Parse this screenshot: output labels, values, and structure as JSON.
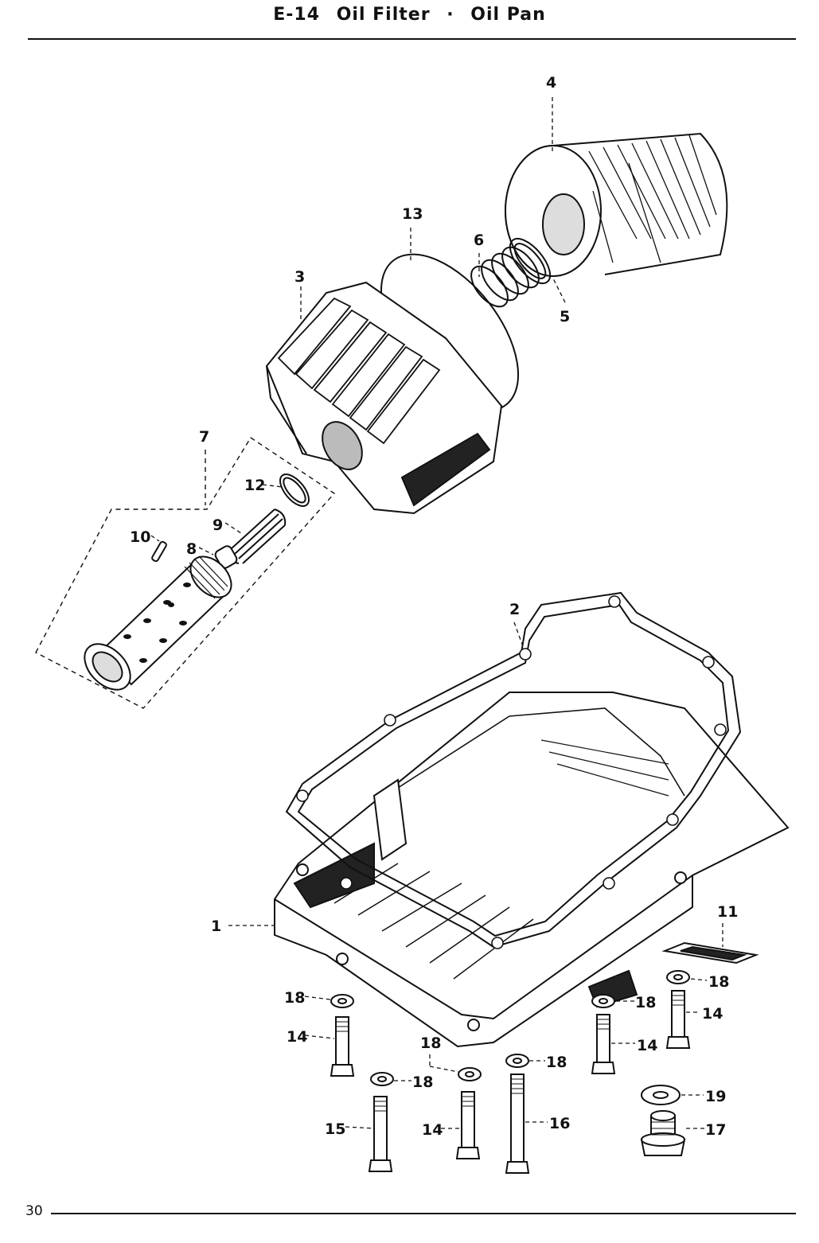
{
  "header": {
    "code": "E-14",
    "part1": "Oil Filter",
    "sep": "·",
    "part2": "Oil Pan"
  },
  "footer": {
    "page_number": "30"
  },
  "callouts": {
    "oil_pan": "1",
    "gasket": "2",
    "filter_case": "3",
    "filter_element": "4",
    "washer_5": "5",
    "spring_6": "6",
    "bolt_7": "7",
    "valve_8": "8",
    "spring_9": "9",
    "pin_10": "10",
    "plate_11": "11",
    "o_ring_12": "12",
    "o_ring_13": "13",
    "bolt_14": "14",
    "bolt_15": "15",
    "bolt_16": "16",
    "drain_plug_17": "17",
    "washer_18": "18",
    "washer_19": "19"
  }
}
